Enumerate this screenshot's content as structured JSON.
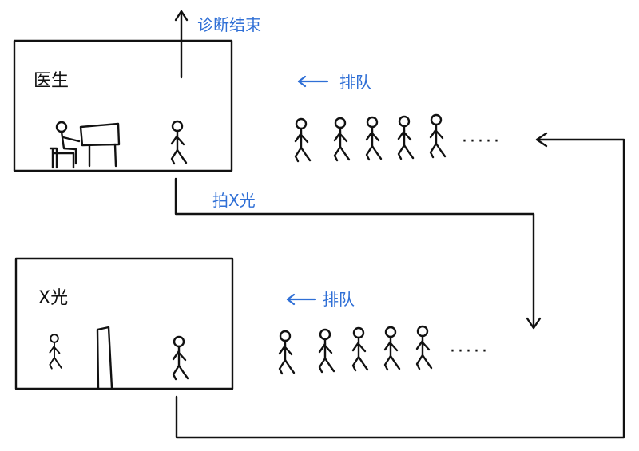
{
  "rooms": {
    "doctor": {
      "label": "医生"
    },
    "xray": {
      "label": "X光"
    }
  },
  "annotations": {
    "diagnosis_done": "诊断结束",
    "queue_top": "排队",
    "take_xray": "拍X光",
    "queue_bottom": "排队"
  },
  "queues": {
    "top_ellipsis": "·····",
    "bottom_ellipsis": "·····"
  },
  "colors": {
    "ink": "#111111",
    "annotation": "#2f6fd6"
  }
}
